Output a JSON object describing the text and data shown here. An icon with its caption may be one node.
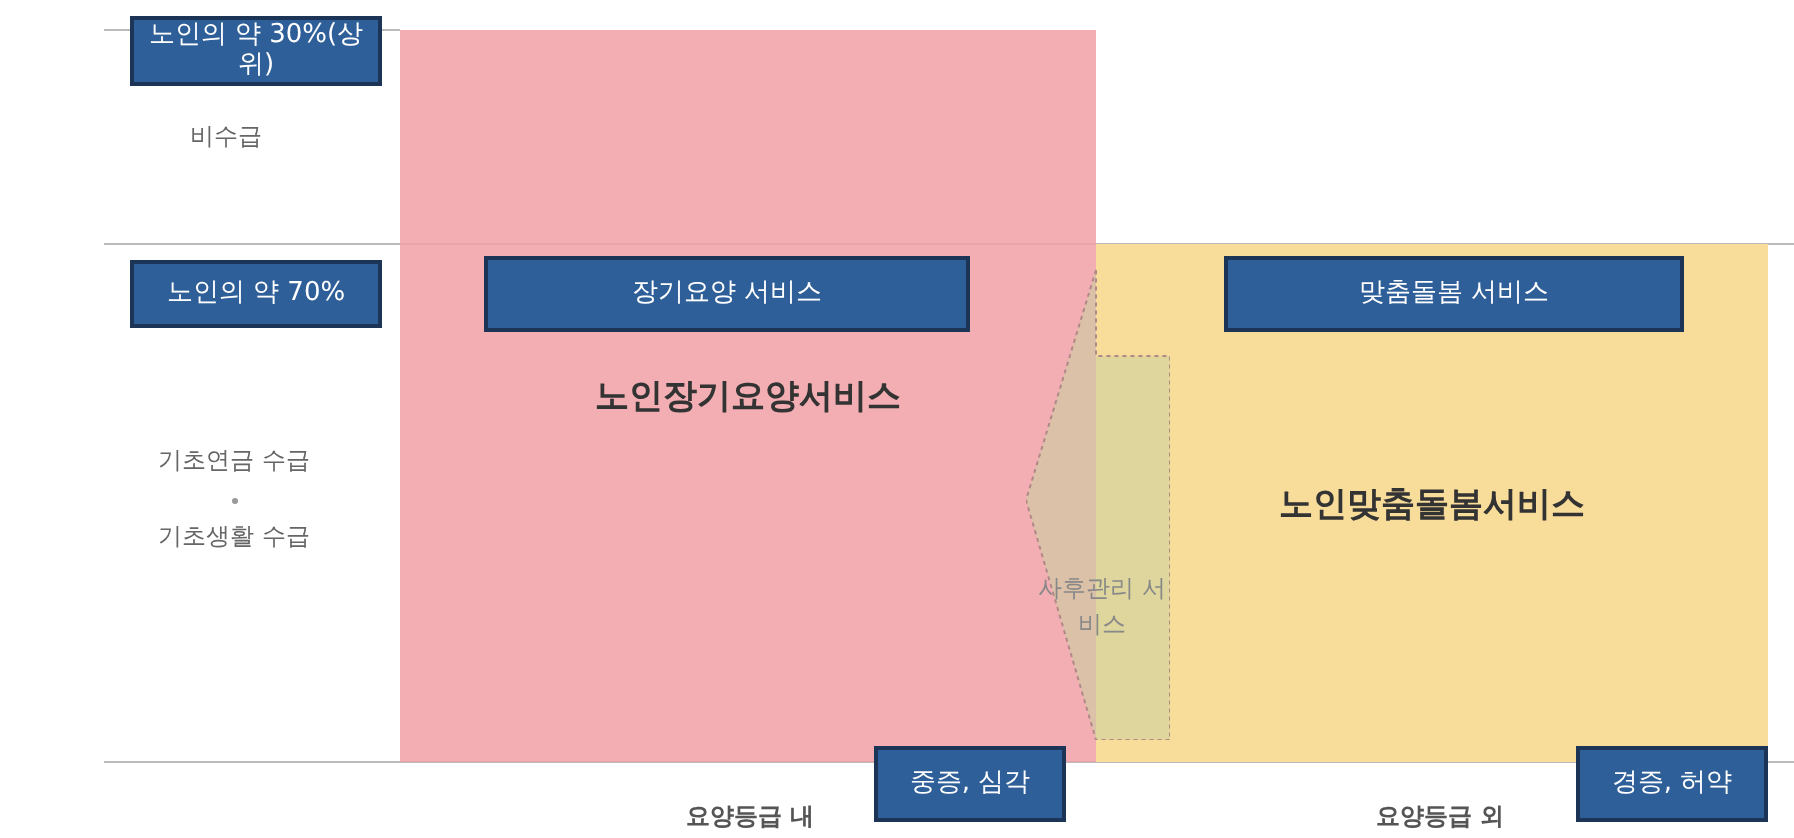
{
  "diagram": {
    "nodes": [
      {
        "text": [
          "노인장기요양서비스"
        ]
      },
      {
        "text": [
          "장기요양 서비스"
        ],
        "in": 0
      },
      {
        "text": [
          "노인맞춤돌봄서비스"
        ]
      },
      {
        "text": [
          "맞춤돌봄 서비스"
        ],
        "in": 2
      },
      {
        "text": [
          "사후관리 서비스"
        ]
      },
      {
        "text": [
          "노인의 약 30%(상위)"
        ]
      },
      {
        "text": [
          "노인의 약 70%"
        ]
      },
      {
        "text": [
          "중증, 심각"
        ]
      },
      {
        "text": [
          "경증, 허약"
        ]
      }
    ],
    "labels": [
      "비수급",
      "기초연금 수급",
      "기초생활 수급",
      "요양등급 내",
      "요양등급 외"
    ]
  }
}
